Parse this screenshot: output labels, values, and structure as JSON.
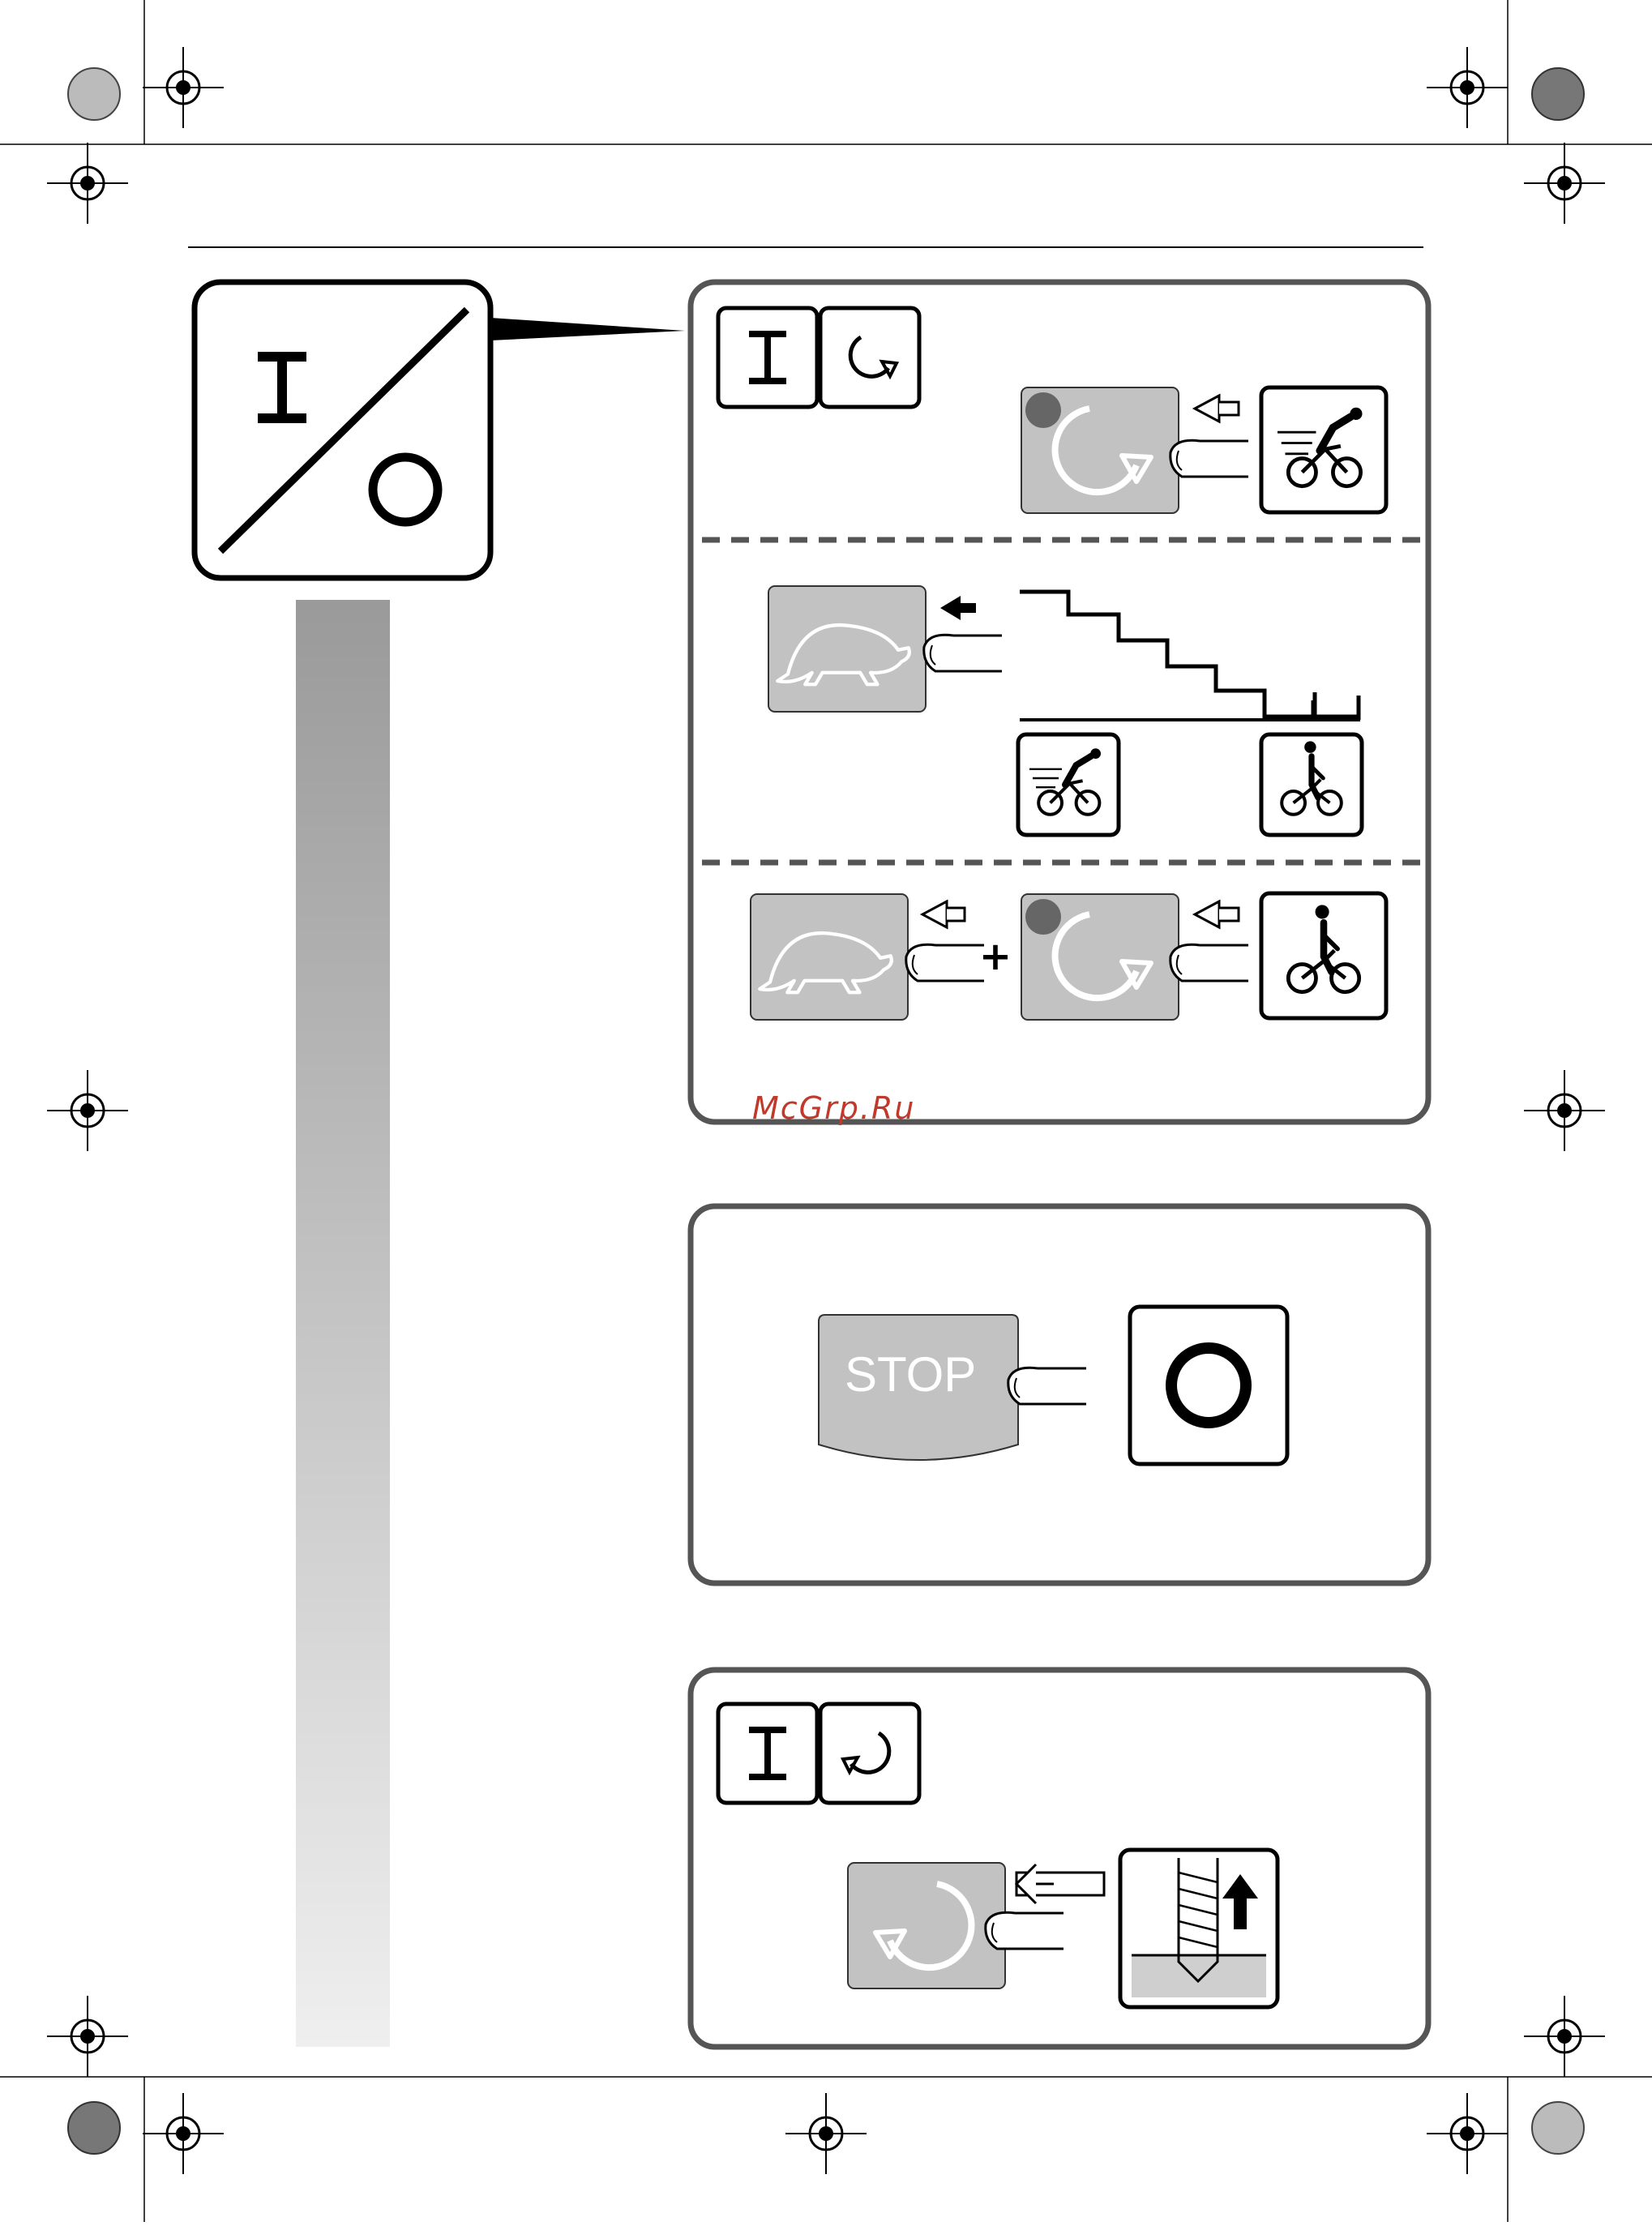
{
  "header": {
    "rule": true
  },
  "onoff_symbol": {
    "on_label": "I",
    "off_label": "O"
  },
  "panel_start": {
    "mode_key_on": "I",
    "rotation": "clockwise",
    "buttons": [
      "rotate-cw-button",
      "turtle-button",
      "stop-button"
    ],
    "speed_icons": [
      "fast-cyclist-icon",
      "slow-cyclist-icon"
    ],
    "combo_operator": "+"
  },
  "panel_stop": {
    "stop_label": "STOP",
    "result_symbol": "O"
  },
  "panel_reverse": {
    "mode_key_on": "I",
    "rotation": "counter-clockwise",
    "result_icon": "tap-withdraw-icon"
  },
  "watermark": "McGrp.Ru",
  "colors": {
    "button_gray": "#c2c2c2",
    "frame": "#555555",
    "led": "#666666",
    "watermark": "#c0392b"
  }
}
